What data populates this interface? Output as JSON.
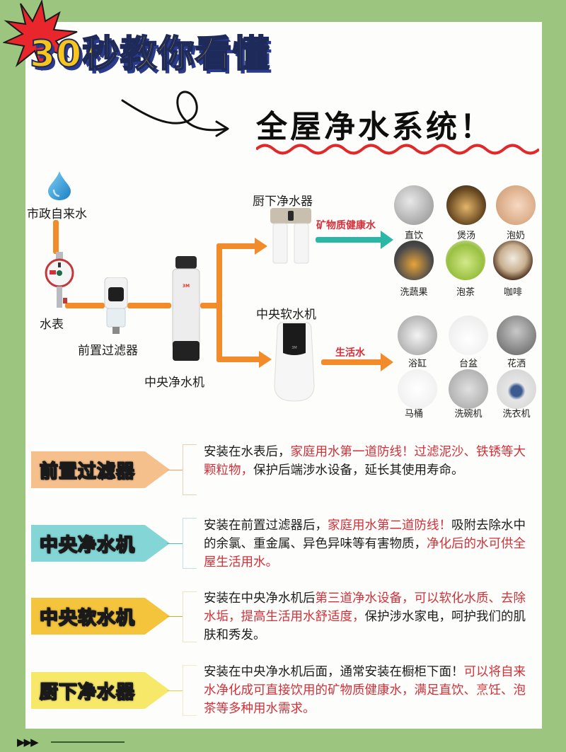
{
  "header": {
    "headline": "30秒教你看懂",
    "subtitle": "全屋净水系统！"
  },
  "colors": {
    "background_green": "#9cc67f",
    "pipe_orange": "#f28b2a",
    "arrow_teal": "#2bb7a6",
    "highlight_red": "#d23139",
    "headline_yellow": "#f7c51c",
    "tag_orange": "#f6c08c",
    "tag_teal": "#84d6d6",
    "tag_gold": "#f4c43c",
    "tag_yellow": "#f7e86a"
  },
  "diagram": {
    "source_label": "市政自来水",
    "meter_label": "水表",
    "prefilter_label": "前置过滤器",
    "central_purifier_label": "中央净水机",
    "kitchen_purifier_label": "厨下净水器",
    "softener_label": "中央软水机",
    "mineral_water_label": "矿物质健康水",
    "domestic_water_label": "生活水",
    "drinking_uses": [
      {
        "label": "直饮",
        "icon": "faucet-icon"
      },
      {
        "label": "煲汤",
        "icon": "soup-pot-icon"
      },
      {
        "label": "泡奶",
        "icon": "baby-bottle-icon"
      },
      {
        "label": "洗蔬果",
        "icon": "vegetable-wash-icon"
      },
      {
        "label": "泡茶",
        "icon": "tea-cup-icon"
      },
      {
        "label": "咖啡",
        "icon": "coffee-cup-icon"
      }
    ],
    "domestic_uses": [
      {
        "label": "浴缸",
        "icon": "bathtub-icon"
      },
      {
        "label": "台盆",
        "icon": "basin-icon"
      },
      {
        "label": "花洒",
        "icon": "shower-icon"
      },
      {
        "label": "马桶",
        "icon": "toilet-icon"
      },
      {
        "label": "洗碗机",
        "icon": "dishwasher-icon"
      },
      {
        "label": "洗衣机",
        "icon": "washing-machine-icon"
      }
    ]
  },
  "descriptions": [
    {
      "tag": "前置过滤器",
      "segments": [
        {
          "text": "安装在水表后，",
          "red": false
        },
        {
          "text": "家庭用水第一道防线！过滤泥沙、铁锈等大颗粒物，",
          "red": true
        },
        {
          "text": "保护后端涉水设备，延长其使用寿命。",
          "red": false
        }
      ]
    },
    {
      "tag": "中央净水机",
      "segments": [
        {
          "text": "安装在前置过滤器后，",
          "red": false
        },
        {
          "text": "家庭用水第二道防线！",
          "red": true
        },
        {
          "text": "吸附去除水中的余氯、重金属、异色异味等有害物质，",
          "red": false
        },
        {
          "text": "净化后的水可供全屋生活用水。",
          "red": true
        }
      ]
    },
    {
      "tag": "中央软水机",
      "segments": [
        {
          "text": "安装在中央净水机后",
          "red": false
        },
        {
          "text": "第三道净水设备，可以软化水质、去除水垢，提高生活用水舒适度，",
          "red": true
        },
        {
          "text": "保护涉水家电，呵护我们的肌肤和秀发。",
          "red": false
        }
      ]
    },
    {
      "tag": "厨下净水器",
      "segments": [
        {
          "text": "安装在中央净水机后面，通常安装在橱柜下面！",
          "red": false
        },
        {
          "text": "可以将自来水净化成可直接饮用的矿物质健康水，满足直饮、烹饪、泡茶等多种用水需求。",
          "red": true
        }
      ]
    }
  ],
  "footer": {
    "arrows": "▶▶▶"
  }
}
